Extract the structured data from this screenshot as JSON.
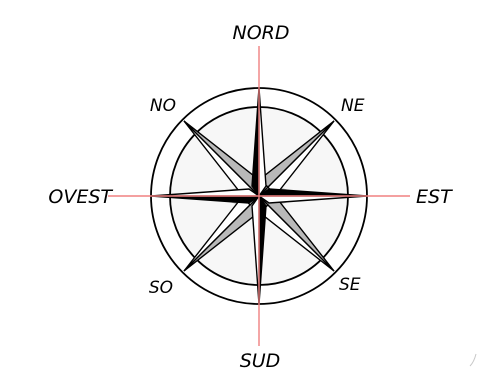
{
  "labels": {
    "north": "NORD",
    "south": "SUD",
    "east": "EST",
    "west": "OVEST",
    "northeast": "NE",
    "northwest": "NO",
    "southeast": "SE",
    "southwest": "SO"
  },
  "colors": {
    "stroke": "#000000",
    "dark_fill": "#000000",
    "light_fill": "#ffffff",
    "shade_fill": "#b9b9b9",
    "disc_fill": "#f7f7f7",
    "axis_line": "#f08080"
  }
}
